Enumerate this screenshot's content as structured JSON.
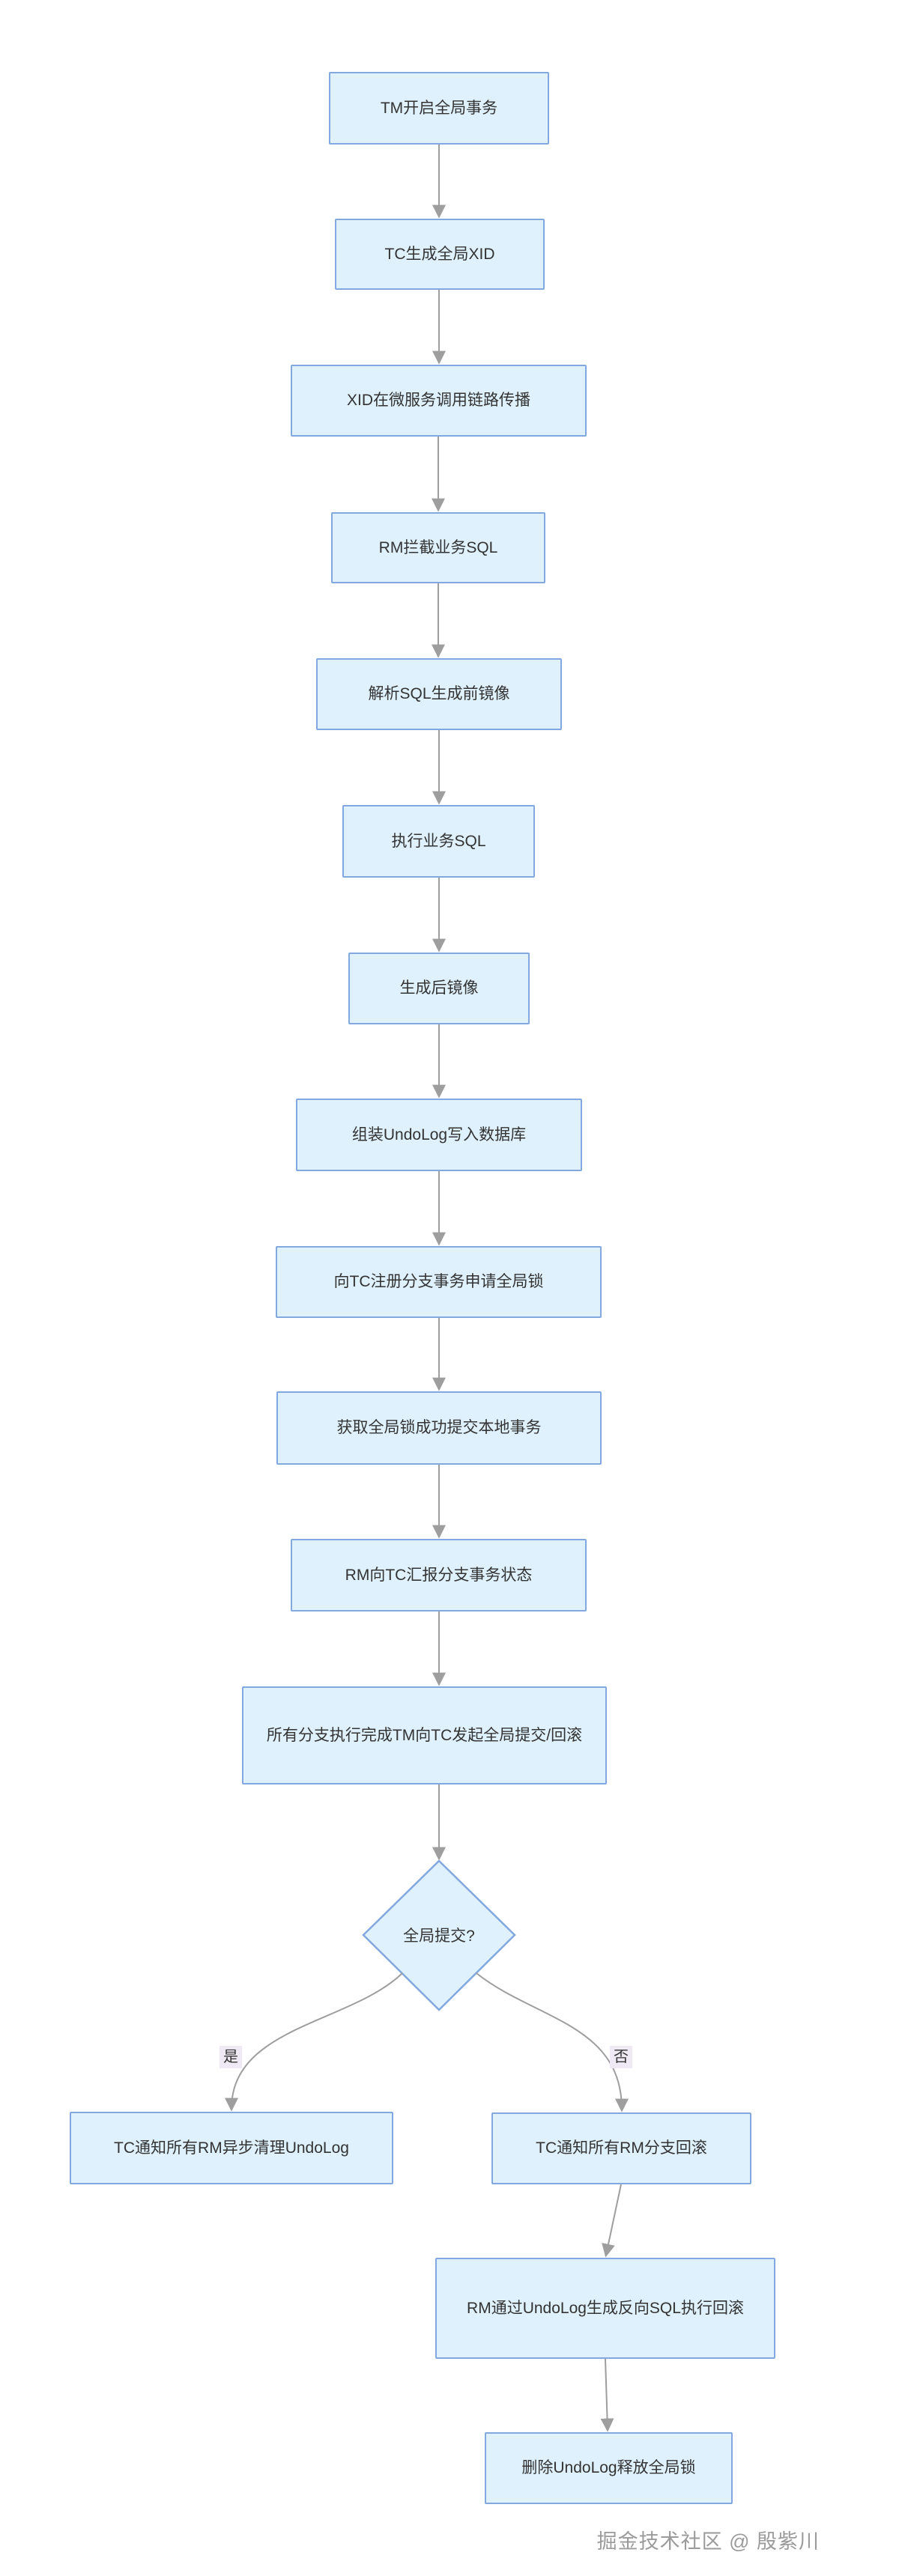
{
  "diagram": {
    "title": "Seata AT mode global transaction flow (flowchart)",
    "nodes": [
      {
        "id": "tm-begin",
        "label": "TM开启全局事务"
      },
      {
        "id": "tc-xid",
        "label": "TC生成全局XID"
      },
      {
        "id": "xid-propagate",
        "label": "XID在微服务调用链路传播"
      },
      {
        "id": "rm-intercept",
        "label": "RM拦截业务SQL"
      },
      {
        "id": "before-image",
        "label": "解析SQL生成前镜像"
      },
      {
        "id": "exec-sql",
        "label": "执行业务SQL"
      },
      {
        "id": "after-image",
        "label": "生成后镜像"
      },
      {
        "id": "undolog-write",
        "label": "组装UndoLog写入数据库"
      },
      {
        "id": "register-branch",
        "label": "向TC注册分支事务申请全局锁"
      },
      {
        "id": "local-commit",
        "label": "获取全局锁成功提交本地事务"
      },
      {
        "id": "report-status",
        "label": "RM向TC汇报分支事务状态"
      },
      {
        "id": "tm-global",
        "label": "所有分支执行完成TM向TC发起全局提交/回滚"
      },
      {
        "id": "clean-undolog",
        "label": "TC通知所有RM异步清理UndoLog"
      },
      {
        "id": "branch-rollback",
        "label": "TC通知所有RM分支回滚"
      },
      {
        "id": "reverse-sql",
        "label": "RM通过UndoLog生成反向SQL执行回滚"
      },
      {
        "id": "release-lock",
        "label": "删除UndoLog释放全局锁"
      }
    ],
    "decision": {
      "label": "全局提交?"
    },
    "edge_labels": {
      "yes": "是",
      "no": "否"
    },
    "watermark": "掘金技术社区 @ 殷紫川",
    "colors": {
      "node_fill": "#dff1fc",
      "node_stroke": "#82a8df",
      "edge": "#9e9e9e",
      "text": "#333333",
      "label_bg": "#efe9f6"
    }
  }
}
